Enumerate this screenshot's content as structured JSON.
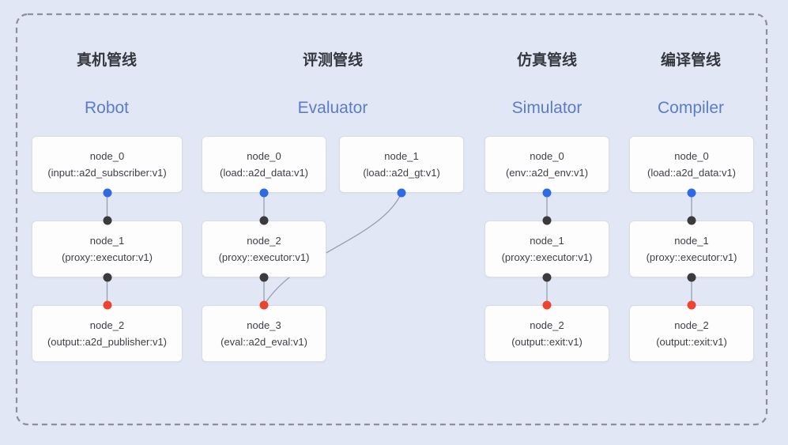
{
  "diagram": {
    "pipelines": [
      {
        "title_zh": "真机管线",
        "title_en": "Robot",
        "nodes": [
          {
            "name": "node_0",
            "type": "(input::a2d_subscriber:v1)"
          },
          {
            "name": "node_1",
            "type": "(proxy::executor:v1)"
          },
          {
            "name": "node_2",
            "type": "(output::a2d_publisher:v1)"
          }
        ]
      },
      {
        "title_zh": "评测管线",
        "title_en": "Evaluator",
        "nodes": [
          {
            "name": "node_0",
            "type": "(load::a2d_data:v1)"
          },
          {
            "name": "node_1",
            "type": "(load::a2d_gt:v1)"
          },
          {
            "name": "node_2",
            "type": "(proxy::executor:v1)"
          },
          {
            "name": "node_3",
            "type": "(eval::a2d_eval:v1)"
          }
        ]
      },
      {
        "title_zh": "仿真管线",
        "title_en": "Simulator",
        "nodes": [
          {
            "name": "node_0",
            "type": "(env::a2d_env:v1)"
          },
          {
            "name": "node_1",
            "type": "(proxy::executor:v1)"
          },
          {
            "name": "node_2",
            "type": "(output::exit:v1)"
          }
        ]
      },
      {
        "title_zh": "编译管线",
        "title_en": "Compiler",
        "nodes": [
          {
            "name": "node_0",
            "type": "(load::a2d_data:v1)"
          },
          {
            "name": "node_1",
            "type": "(proxy::executor:v1)"
          },
          {
            "name": "node_2",
            "type": "(output::exit:v1)"
          }
        ]
      }
    ],
    "colors": {
      "background": "#e2e7f5",
      "dashed_border": "#8b909c",
      "node_fill": "#fdfdfe",
      "node_border": "#d9dce3",
      "node_text": "#3f4046",
      "title_zh": "#35373e",
      "title_en": "#5b7ccd",
      "port_output_blue": "#2d6ae4",
      "port_input_black": "#3b3b3d",
      "port_final_red": "#ee4331",
      "edge": "#969eb2"
    }
  }
}
